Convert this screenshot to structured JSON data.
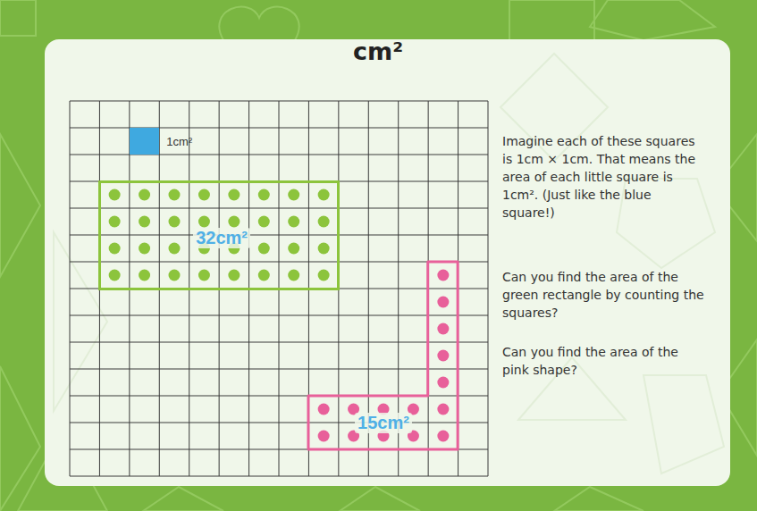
{
  "diagram": {
    "title": "cm²",
    "nodes": [
      {
        "text": [
          "1cm²"
        ]
      },
      {
        "text": [
          "32cm²"
        ]
      },
      {
        "text": [
          "15cm²"
        ]
      }
    ],
    "labels": [
      "Imagine each of these squares is 1cm × 1cm. That means the area of each little square is 1cm². (Just like the blue square!)",
      "Can you find the area of the green rectangle by counting the squares?",
      "Can you find the area of the pink shape?"
    ]
  }
}
